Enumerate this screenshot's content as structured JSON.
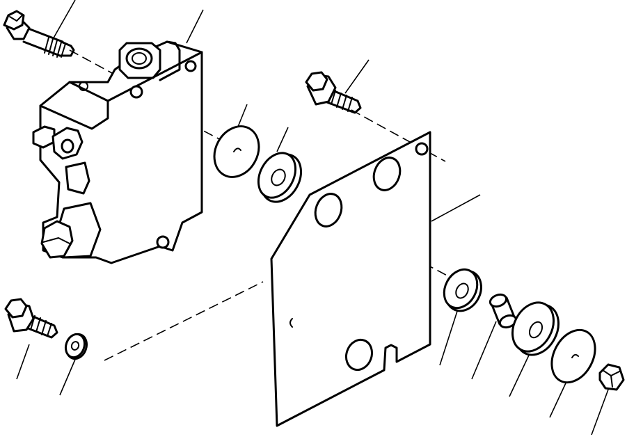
{
  "diagram": {
    "kind": "exploded-parts-view",
    "stroke_color": "#000000",
    "background": "#ffffff",
    "parts": [
      {
        "id": "upper-left-flange-bolt",
        "icon": "flange-bolt-icon"
      },
      {
        "id": "valve-block",
        "icon": "valve-block-icon"
      },
      {
        "id": "flat-washer-a",
        "icon": "flat-washer-icon"
      },
      {
        "id": "spacer-washer-a",
        "icon": "thick-washer-icon"
      },
      {
        "id": "upper-right-flange-bolt",
        "icon": "flange-bolt-icon"
      },
      {
        "id": "mounting-plate",
        "icon": "mounting-plate-icon"
      },
      {
        "id": "lower-left-flange-bolt",
        "icon": "flange-bolt-icon"
      },
      {
        "id": "small-washer",
        "icon": "small-washer-icon"
      },
      {
        "id": "spacer-washer-b",
        "icon": "thick-washer-icon"
      },
      {
        "id": "bushing",
        "icon": "bushing-icon"
      },
      {
        "id": "spacer-washer-c",
        "icon": "thick-washer-icon"
      },
      {
        "id": "flat-washer-b",
        "icon": "flat-washer-icon"
      },
      {
        "id": "hex-nut",
        "icon": "hex-nut-icon"
      }
    ]
  }
}
